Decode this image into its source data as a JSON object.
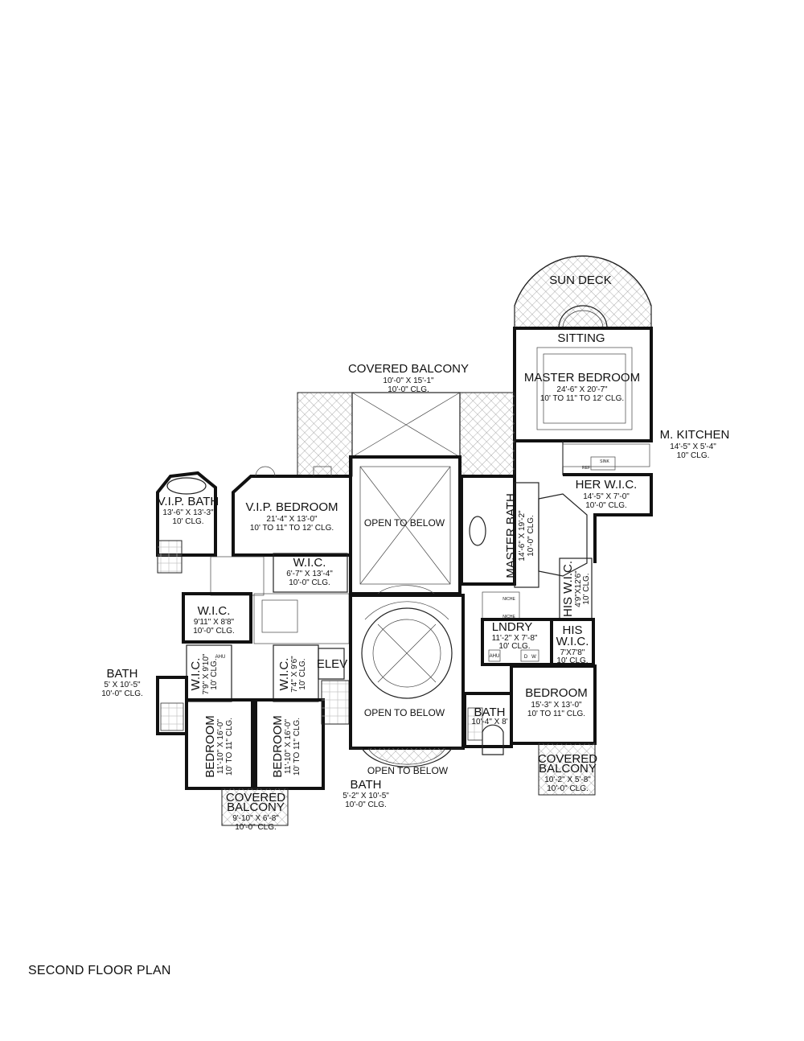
{
  "plan_title": "SECOND FLOOR PLAN",
  "rooms": {
    "sun_deck": {
      "name": "SUN DECK"
    },
    "sitting": {
      "name": "SITTING"
    },
    "master_bedroom": {
      "name": "MASTER BEDROOM",
      "dims": "24'-6\" X 20'-7\"",
      "clg": "10' TO 11\" TO 12' CLG."
    },
    "covered_balcony_top": {
      "name": "COVERED BALCONY",
      "dims": "10'-0\" X 15'-1\"",
      "clg": "10'-0\" CLG."
    },
    "m_kitchen": {
      "name": "M. KITCHEN",
      "dims": "14'-5\" X 5'-4\"",
      "clg": "10\" CLG."
    },
    "her_wic": {
      "name": "HER W.I.C.",
      "dims": "14'-5\" X 7'-0\"",
      "clg": "10'-0\" CLG."
    },
    "vip_bath": {
      "name": "V.I.P. BATH",
      "dims": "13'-6\" X 13'-3\"",
      "clg": "10' CLG."
    },
    "vip_bedroom": {
      "name": "V.I.P. BEDROOM",
      "dims": "21'-4\" X 13'-0\"",
      "clg": "10' TO 11\" TO 12' CLG."
    },
    "open_to_below_1": {
      "name": "OPEN TO BELOW"
    },
    "master_bath": {
      "name": "MASTER BATH",
      "dims": "14'-6\" X 19'-2\"",
      "clg": "10'-0\" CLG."
    },
    "his_wic_tall": {
      "name": "HIS W.I.C.",
      "dims": "4'9\"X12'6\"",
      "clg": "10' CLG."
    },
    "wic_vip": {
      "name": "W.I.C.",
      "dims": "6'-7\" X 13'-4\"",
      "clg": "10'-0\" CLG."
    },
    "wic_left": {
      "name": "W.I.C.",
      "dims": "9'11\" X 8'8\"",
      "clg": "10'-0\" CLG."
    },
    "lndry": {
      "name": "LNDRY",
      "dims": "11'-2\" X 7'-8\"",
      "clg": "10' CLG."
    },
    "his_wic_small": {
      "name1": "HIS",
      "name2": "W.I.C.",
      "dims": "7'X7'8\"",
      "clg": "10' CLG."
    },
    "bath_left": {
      "name": "BATH",
      "dims": "5' X 10'-5\"",
      "clg": "10'-0\" CLG."
    },
    "wic_a": {
      "name": "W.I.C.",
      "dims": "7'9\" X 9'10\"",
      "clg": "10' CLG."
    },
    "wic_b": {
      "name": "W.I.C.",
      "dims": "7'4\" X 9'6\"",
      "clg": "10' CLG."
    },
    "elev": {
      "name": "ELEV"
    },
    "open_to_below_2": {
      "name": "OPEN TO BELOW"
    },
    "open_to_below_3": {
      "name": "OPEN TO BELOW"
    },
    "bath_center_right": {
      "name": "BATH",
      "dims": "10'-4\" X 8'"
    },
    "bedroom_right": {
      "name": "BEDROOM",
      "dims": "15'-3\" X 13'-0\"",
      "clg": "10' TO 11\" CLG."
    },
    "bedroom_a": {
      "name": "BEDROOM",
      "dims": "11'-10\" X 16'-0\"",
      "clg": "10' TO 11\" CLG."
    },
    "bedroom_b": {
      "name": "BEDROOM",
      "dims": "11'-10\" X 16'-0\"",
      "clg": "10' TO 11\" CLG."
    },
    "covered_balcony_bottom": {
      "name1": "COVERED",
      "name2": "BALCONY",
      "dims": "9'-10\" X 6'-8\"",
      "clg": "10'-0\" CLG."
    },
    "bath_bottom": {
      "name": "BATH",
      "dims": "5'-2\" X 10'-5\"",
      "clg": "10'-0\" CLG."
    },
    "covered_balcony_right": {
      "name1": "COVERED",
      "name2": "BALCONY",
      "dims": "10'-2\" X 5'-8\"",
      "clg": "10'-0\" CLG."
    }
  },
  "small_tags": {
    "ahu_left": "AHU",
    "ahu_right": "AHU",
    "niche_1": "NICHE",
    "niche_2": "NICHE",
    "sink": "SINK",
    "refr": "REF",
    "dryer": "D",
    "washer": "W"
  }
}
